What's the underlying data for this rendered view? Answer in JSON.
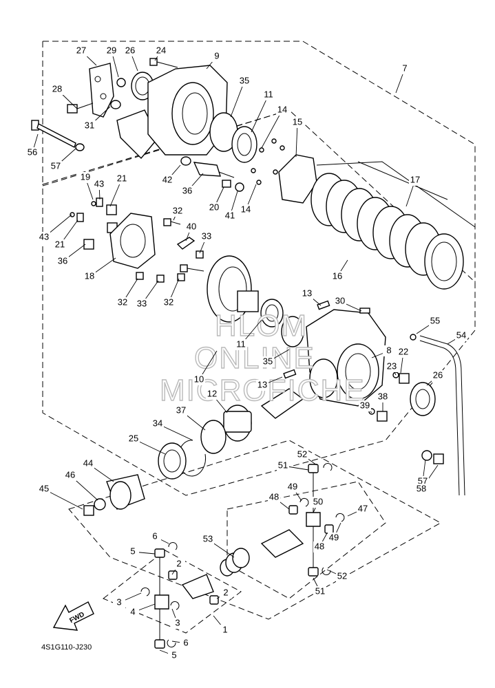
{
  "diagram": {
    "code": "4S1G110-J230",
    "fwd_label": "FWD",
    "watermark": [
      "HLOM",
      "ONLINE",
      "MICROFICHE"
    ],
    "callouts": [
      "27",
      "29",
      "26",
      "24",
      "9",
      "7",
      "28",
      "31",
      "35",
      "11",
      "14",
      "56",
      "57",
      "15",
      "42",
      "19",
      "43",
      "21",
      "36",
      "20",
      "41",
      "14",
      "17",
      "32",
      "40",
      "43",
      "21",
      "33",
      "36",
      "18",
      "16",
      "32",
      "33",
      "32",
      "13",
      "30",
      "55",
      "54",
      "11",
      "8",
      "22",
      "23",
      "35",
      "10",
      "13",
      "26",
      "12",
      "39",
      "38",
      "34",
      "37",
      "25",
      "57",
      "58",
      "44",
      "51",
      "52",
      "46",
      "49",
      "45",
      "48",
      "50",
      "47",
      "49",
      "48",
      "6",
      "53",
      "5",
      "2",
      "52",
      "51",
      "2",
      "3",
      "4",
      "3",
      "1",
      "6",
      "5"
    ]
  }
}
